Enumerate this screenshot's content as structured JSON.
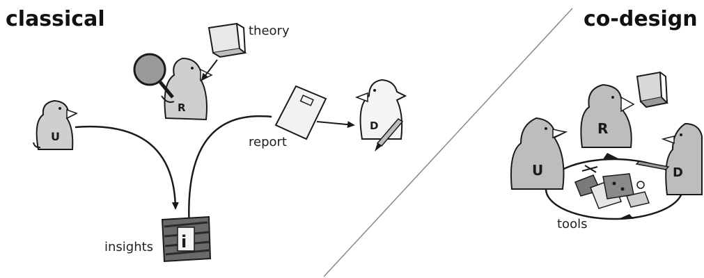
{
  "titles": {
    "left": "classical",
    "right": "co-design"
  },
  "labels": {
    "theory": "theory",
    "report": "report",
    "insights": "insights",
    "tools": "tools"
  },
  "figure_letters": {
    "user": "U",
    "researcher": "R",
    "designer": "D"
  },
  "insights_icon_letter": "i",
  "colors": {
    "ink": "#1a1a1a",
    "figure_fill": "#cfcfcf",
    "figure_fill_dark": "#bdbdbd",
    "divider": "#888888"
  }
}
